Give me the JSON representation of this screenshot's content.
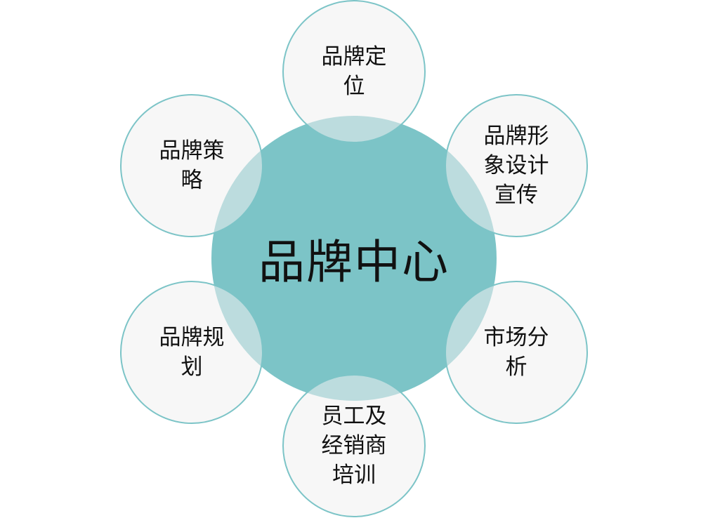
{
  "diagram": {
    "type": "hub-and-spoke",
    "colors": {
      "hub_fill": "#7cc4c7",
      "node_fill": "#f4f4f4",
      "node_border": "#7cc4c7",
      "text": "#111111"
    },
    "hub": {
      "label": "品牌中心"
    },
    "nodes": [
      {
        "id": "top",
        "label": "品牌定位"
      },
      {
        "id": "top-right",
        "label": "品牌形象设计宣传"
      },
      {
        "id": "bottom-right",
        "label": "市场分析"
      },
      {
        "id": "bottom",
        "label": "员工及经销商培训"
      },
      {
        "id": "bottom-left",
        "label": "品牌规划"
      },
      {
        "id": "top-left",
        "label": "品牌策略"
      }
    ]
  }
}
